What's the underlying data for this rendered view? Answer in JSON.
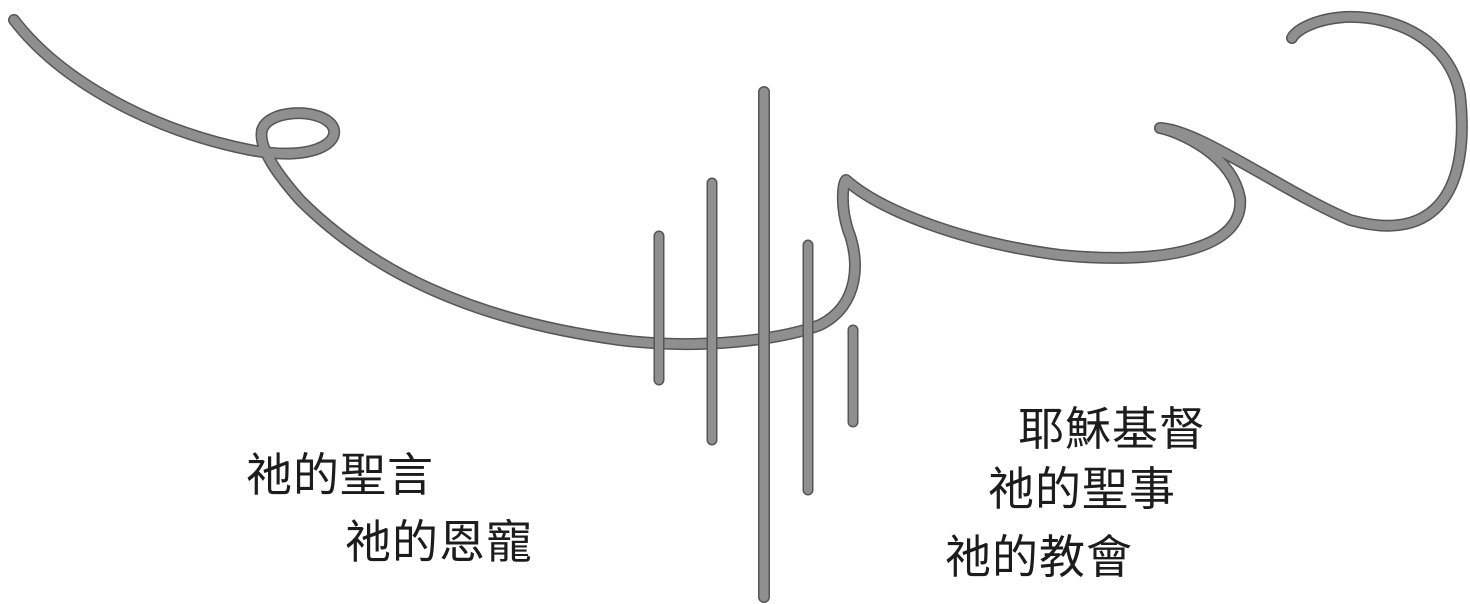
{
  "artwork": {
    "stroke_color": "#8f8f8f",
    "edge_color": "#555555",
    "background": "#ffffff"
  },
  "left_phrases": [
    "祂的聖言",
    "祂的恩寵"
  ],
  "right_phrases": [
    "耶穌基督",
    "祂的聖事",
    "祂的教會"
  ]
}
